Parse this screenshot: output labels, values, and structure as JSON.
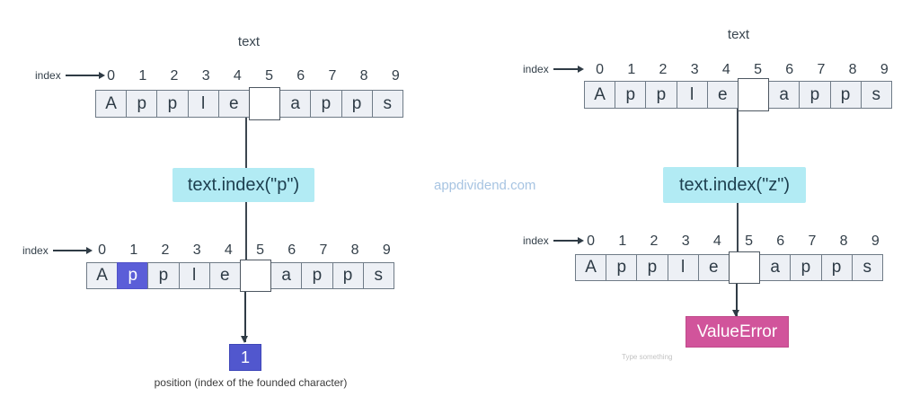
{
  "watermark": "appdividend.com",
  "left": {
    "title": "text",
    "top": {
      "index_label": "index",
      "indices": [
        "0",
        "1",
        "2",
        "3",
        "4",
        "5",
        "6",
        "7",
        "8",
        "9"
      ],
      "cells": [
        "A",
        "p",
        "p",
        "l",
        "e",
        "",
        "a",
        "p",
        "p",
        "s"
      ]
    },
    "call_label": "text.index(\"p\")",
    "bottom": {
      "index_label": "index",
      "indices": [
        "0",
        "1",
        "2",
        "3",
        "4",
        "5",
        "6",
        "7",
        "8",
        "9"
      ],
      "cells": [
        "A",
        "p",
        "p",
        "l",
        "e",
        "",
        "a",
        "p",
        "p",
        "s"
      ],
      "highlight_index": 1
    },
    "result_label": "1",
    "caption": "position (index of the founded character)"
  },
  "right": {
    "title": "text",
    "top": {
      "index_label": "index",
      "indices": [
        "0",
        "1",
        "2",
        "3",
        "4",
        "5",
        "6",
        "7",
        "8",
        "9"
      ],
      "cells": [
        "A",
        "p",
        "p",
        "l",
        "e",
        "",
        "a",
        "p",
        "p",
        "s"
      ]
    },
    "call_label": "text.index(\"z\")",
    "bottom": {
      "index_label": "index",
      "indices": [
        "0",
        "1",
        "2",
        "3",
        "4",
        "5",
        "6",
        "7",
        "8",
        "9"
      ],
      "cells": [
        "A",
        "p",
        "p",
        "l",
        "e",
        "",
        "a",
        "p",
        "p",
        "s"
      ]
    },
    "result_label": "ValueError",
    "placeholder_note": "Type something"
  },
  "colors": {
    "cell_fill": "#edf0f5",
    "cell_border": "#6f7b87",
    "highlight_cell": "#5b5ed8",
    "result_box": "#5157ce",
    "call_box": "#b2ebf4",
    "call_text": "#1d3f4f",
    "error_box": "#d1549b",
    "connector_line": "#2f3b45",
    "watermark": "#a7c4e2"
  }
}
